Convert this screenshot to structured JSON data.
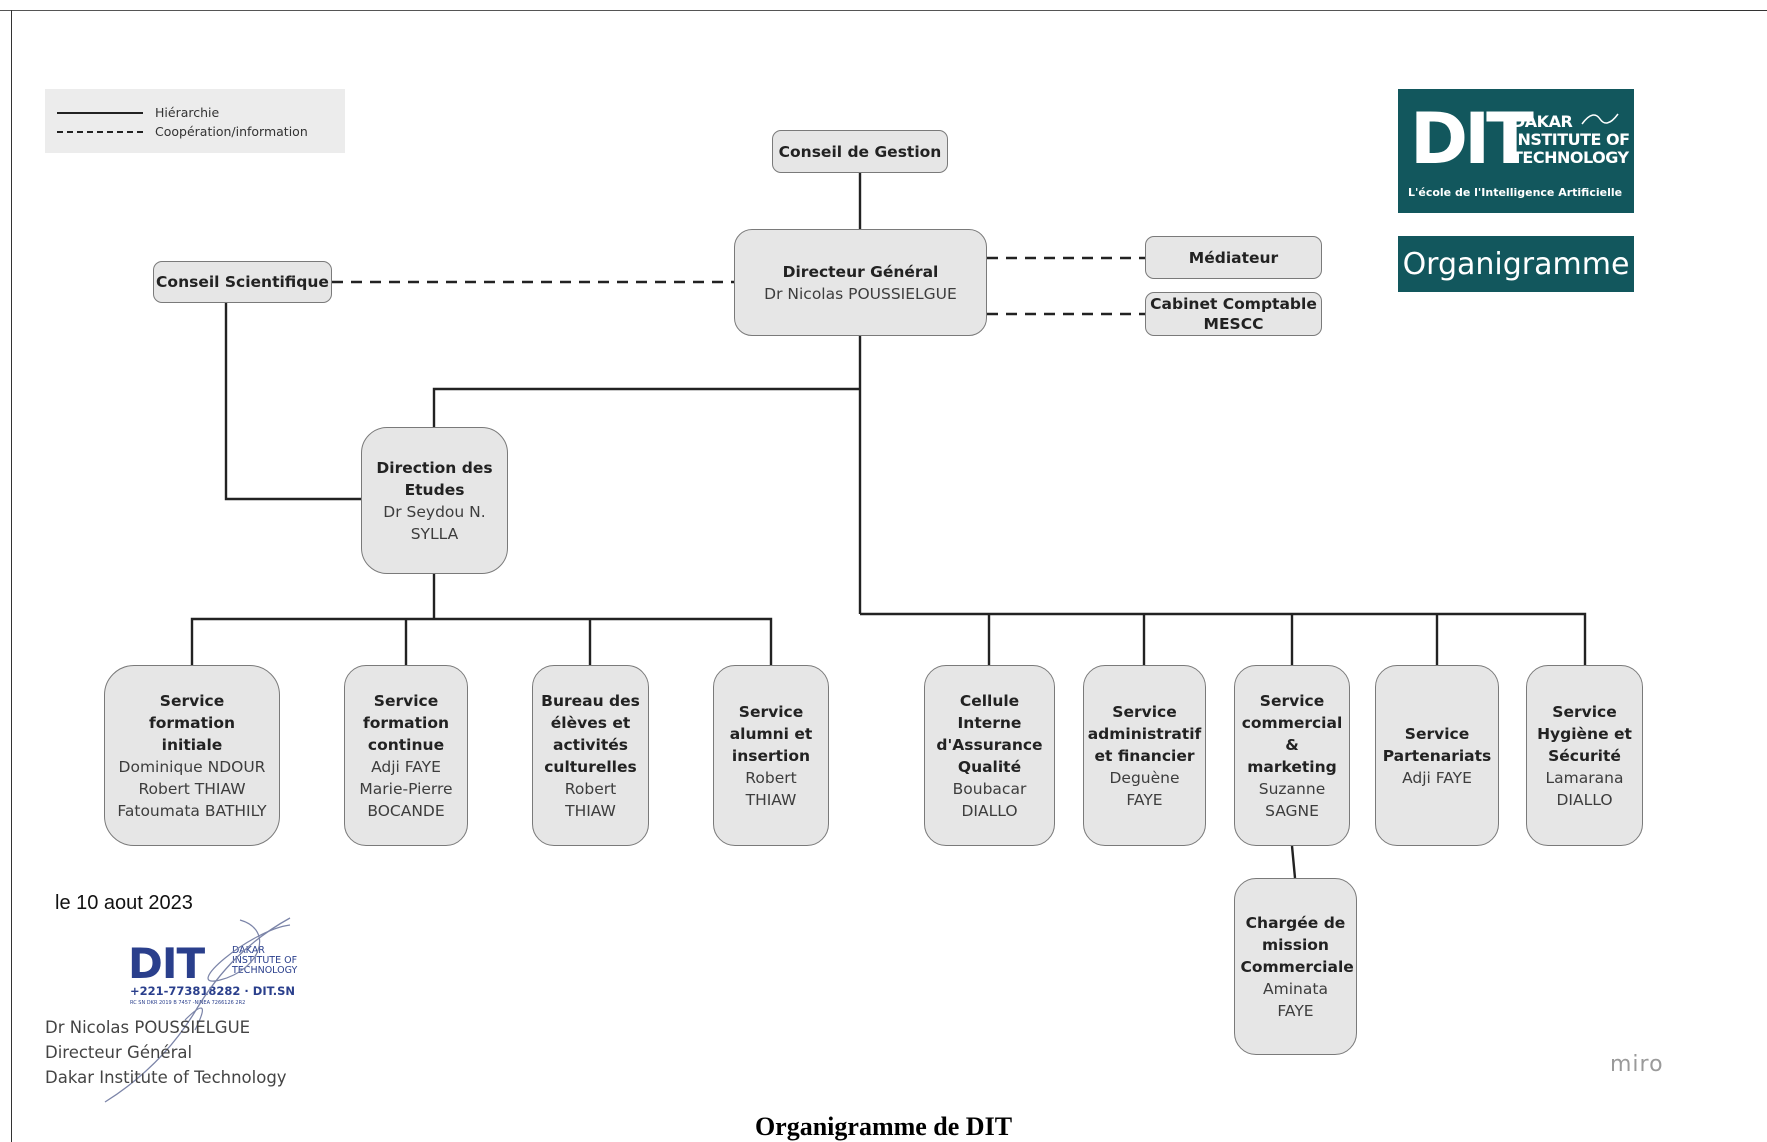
{
  "legend": {
    "hierarchy": "Hiérarchie",
    "cooperation": "Coopération/information"
  },
  "logo": {
    "short": "DIT",
    "line1": "DAKAR",
    "line2": "INSTITUTE OF",
    "line3": "TECHNOLOGY",
    "tagline": "L'école de l'Intelligence Artificielle"
  },
  "badge": "Organigramme",
  "nodes": {
    "conseil_gestion": {
      "title": "Conseil de Gestion"
    },
    "directeur_general": {
      "title": "Directeur Général",
      "person": "Dr Nicolas POUSSIELGUE"
    },
    "mediateur": {
      "title": "Médiateur"
    },
    "cabinet": {
      "title": "Cabinet Comptable",
      "title2": "MESCC"
    },
    "conseil_scientifique": {
      "title": "Conseil Scientifique"
    },
    "direction_etudes": {
      "title": "Direction des Etudes",
      "person": "Dr Seydou N. SYLLA"
    },
    "formation_initiale": {
      "title": "Service  formation initiale",
      "people": [
        "Dominique NDOUR",
        "Robert THIAW",
        "Fatoumata BATHILY"
      ]
    },
    "formation_continue": {
      "title": "Service formation continue",
      "people": [
        "Adji FAYE",
        "Marie-Pierre BOCANDE"
      ]
    },
    "bureau_eleves": {
      "title": "Bureau des élèves et activités culturelles",
      "people": [
        "Robert THIAW"
      ]
    },
    "alumni": {
      "title": "Service alumni et insertion",
      "people": [
        "Robert THIAW"
      ]
    },
    "qualite": {
      "title": "Cellule Interne d'Assurance Qualité",
      "people": [
        "Boubacar DIALLO"
      ]
    },
    "admin_fin": {
      "title": "Service administratif et financier",
      "people": [
        "Deguène FAYE"
      ]
    },
    "commercial": {
      "title": "Service commercial & marketing",
      "people": [
        "Suzanne SAGNE"
      ]
    },
    "partenariats": {
      "title": "Service Partenariats",
      "people": [
        "Adji FAYE"
      ]
    },
    "hygiene": {
      "title": "Service Hygiène et Sécurité",
      "people": [
        "Lamarana DIALLO"
      ]
    },
    "mission_commerciale": {
      "title": "Chargée de mission Commerciale",
      "people": [
        "Aminata FAYE"
      ]
    }
  },
  "signature": {
    "date": "le 10 aout 2023",
    "stamp_short": "DIT",
    "stamp_line1": "DAKAR",
    "stamp_line2": "INSTITUTE OF",
    "stamp_line3": "TECHNOLOGY",
    "stamp_phone": "+221-773818282   ·  DIT.SN",
    "stamp_fine": "RC SN DKR 2019 B 7457 -NINEA 7266126 2R2",
    "name": "Dr Nicolas POUSSIELGUE",
    "role": "Directeur Général",
    "org": "Dakar Institute of Technology"
  },
  "watermark": "miro",
  "caption": "Organigramme de DIT"
}
